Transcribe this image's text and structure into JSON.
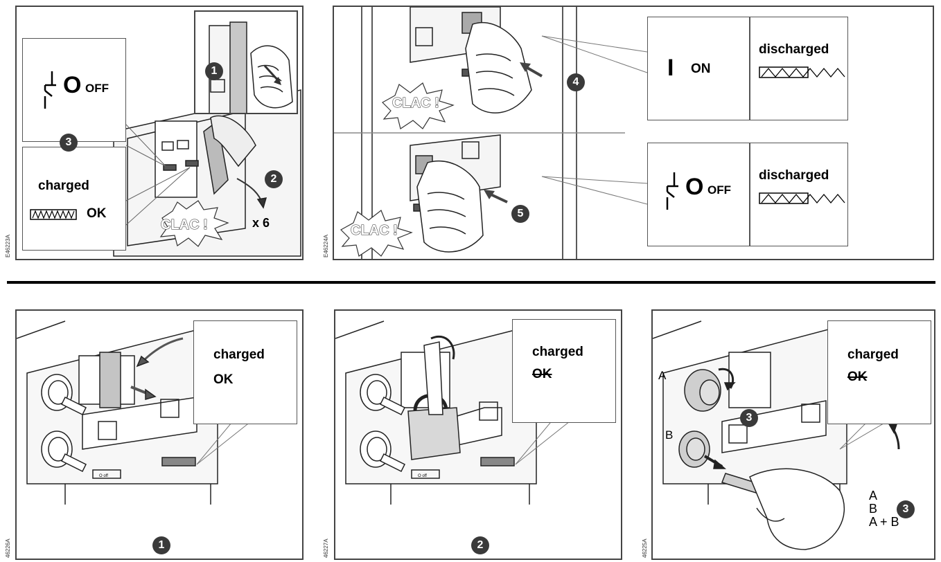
{
  "top_left": {
    "code": "E46223A",
    "off_label": "OFF",
    "o_symbol": "O",
    "charged_label": "charged",
    "ok_label": "OK",
    "clac_label": "CLAC !",
    "times_label": "x 6",
    "step1": "1",
    "step2": "2",
    "step3": "3"
  },
  "top_right": {
    "code": "E46224A",
    "on_symbol": "I",
    "on_label": "ON",
    "off_symbol": "O",
    "off_label": "OFF",
    "discharged_1": "discharged",
    "discharged_2": "discharged",
    "clac_1": "CLAC !",
    "clac_2": "CLAC !",
    "step4": "4",
    "step5": "5"
  },
  "bottom_1": {
    "code": "46226A",
    "charged_label": "charged",
    "ok_label": "OK",
    "step": "1",
    "off_btn": "O off",
    "indicator": "charged OK"
  },
  "bottom_2": {
    "code": "46227A",
    "charged_label": "charged",
    "ok_label": "OK",
    "step": "2",
    "off_btn": "O off",
    "indicator": "charged OK"
  },
  "bottom_3": {
    "code": "46225A",
    "charged_label": "charged",
    "ok_label": "OK",
    "key_a": "A",
    "key_b": "B",
    "step": "3",
    "legend_a": "A",
    "legend_b": "B",
    "legend_ab": "A + B"
  }
}
